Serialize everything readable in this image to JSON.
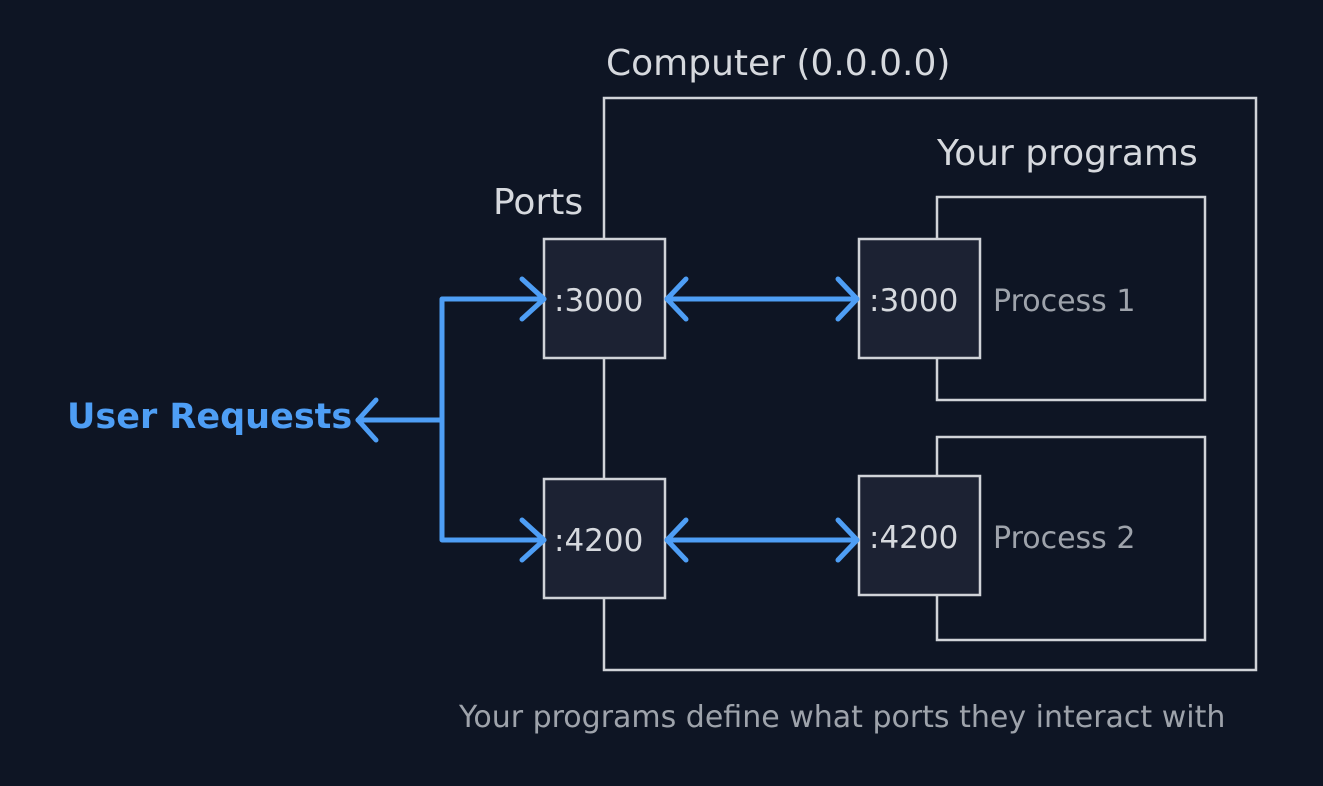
{
  "computer": {
    "title": "Computer (0.0.0.0)"
  },
  "programs": {
    "title": "Your programs"
  },
  "ports": {
    "title": "Ports",
    "items": [
      ":3000",
      ":4200"
    ]
  },
  "processes": [
    {
      "port": ":3000",
      "name": "Process 1"
    },
    {
      "port": ":4200",
      "name": "Process 2"
    }
  ],
  "user": {
    "label": "User Requests"
  },
  "caption": "Your programs define what ports they interact with",
  "colors": {
    "background": "#0e1524",
    "box_fill": "#1c2233",
    "stroke": "#d0d3d8",
    "accent": "#4e9ef5",
    "muted_text": "#9ea3ab"
  }
}
